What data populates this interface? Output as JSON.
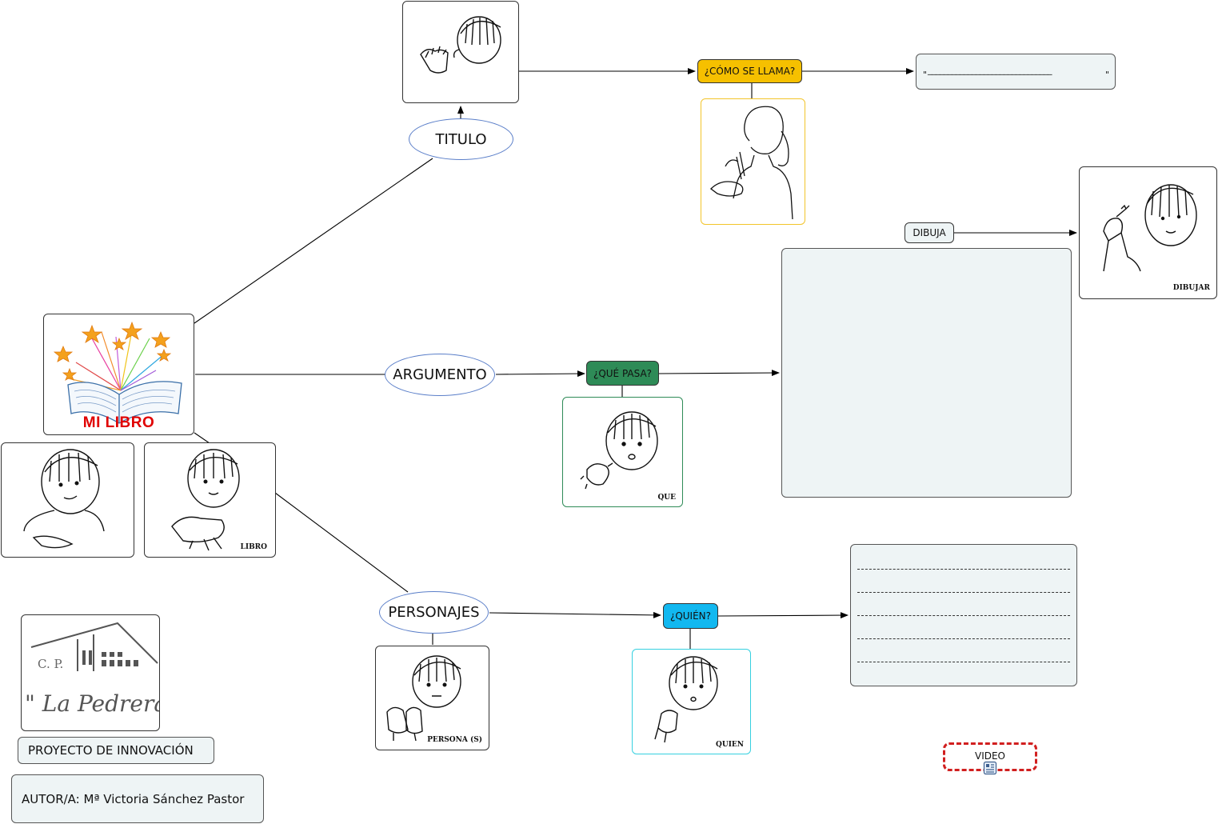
{
  "central": {
    "title": "MI LIBRO"
  },
  "branches": {
    "titulo": "TITULO",
    "argumento": "ARGUMENTO",
    "personajes": "PERSONAJES"
  },
  "questions": {
    "como_se_llama": "¿CÓMO SE LLAMA?",
    "que_pasa": "¿QUÉ PASA?",
    "quien": "¿QUIÉN?",
    "dibuja": "DIBUJA"
  },
  "name_field": {
    "open_quote": "\"",
    "blank": "_______________________________",
    "close_quote": "\""
  },
  "sign_captions": {
    "libro": "LIBRO",
    "que": "QUE",
    "persona": "PERSONA (S)",
    "quien": "QUIEN",
    "dibujar": "DIBUJAR"
  },
  "school_logo": {
    "line1": "C. P.",
    "line2": "\" La Pedrera\""
  },
  "footer": {
    "project": "PROYECTO DE INNOVACIÓN",
    "author": "AUTOR/A: Mª Victoria Sánchez Pastor"
  },
  "video": {
    "label": "VIDEO",
    "icon": "document-icon"
  },
  "colors": {
    "como_se_llama": "#f6c000",
    "que_pasa": "#2e8b57",
    "quien": "#12b8f0",
    "dibuja": "#eef4f5",
    "ellipse_border": "#5b7fc9",
    "panel": "#eef4f5",
    "book_title": "#e00000",
    "video_border": "#d11f1f"
  }
}
